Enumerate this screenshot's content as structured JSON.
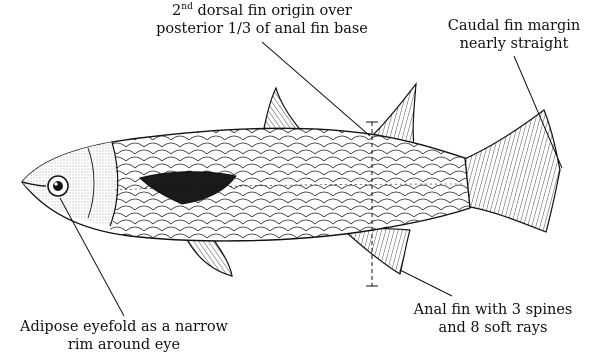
{
  "labels": {
    "dorsal": {
      "ordinal_num": "2",
      "ordinal_sup": "nd",
      "line1_rest": " dorsal fin origin over",
      "line2": "posterior 1/3 of anal fin base"
    },
    "caudal": {
      "line1": "Caudal fin margin",
      "line2": "nearly straight"
    },
    "anal": {
      "line1": "Anal fin with 3 spines",
      "line2": "and 8 soft rays"
    },
    "eye": {
      "line1": "Adipose eyefold as a narrow",
      "line2": "rim around eye"
    }
  },
  "figure": {
    "subject": "mullet-fish-line-drawing",
    "ink_color": "#111111",
    "background": "#ffffff"
  }
}
